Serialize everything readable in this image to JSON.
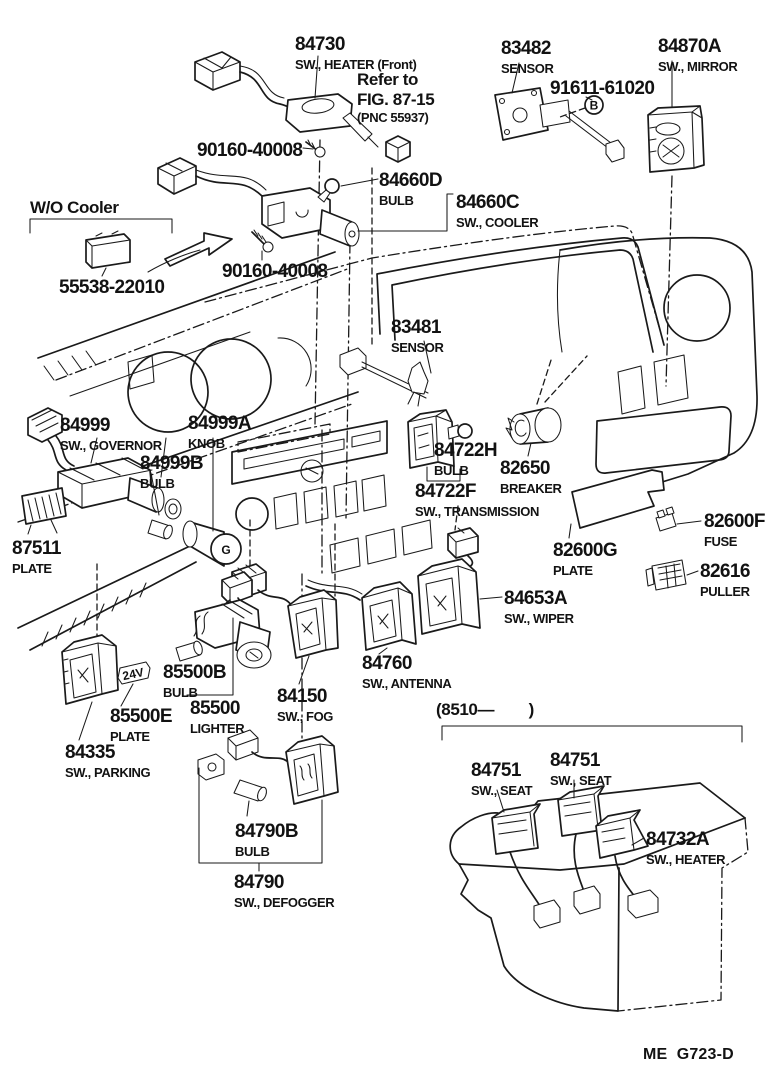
{
  "diagram": {
    "footer_code": "ME  G723-D",
    "annotations": {
      "wo_cooler": "W/O Cooler",
      "console_range": "(8510—        )",
      "refer_note": {
        "line1": "Refer to",
        "line2": "FIG. 87-15",
        "line3": "(PNC 55937)"
      }
    },
    "markings": {
      "knob_letter": "G",
      "screw_marker": "B",
      "plate_24v": "24V"
    },
    "labels": {
      "heater_front": {
        "part": "84730",
        "desc": "SW., HEATER (Front)"
      },
      "sensor_83482": {
        "part": "83482",
        "desc": "SENSOR"
      },
      "screw_91611": {
        "part": "91611-61020",
        "desc": ""
      },
      "mirror": {
        "part": "84870A",
        "desc": "SW., MIRROR"
      },
      "screw_90160_top": {
        "part": "90160-40008",
        "desc": ""
      },
      "bulb_84660d": {
        "part": "84660D",
        "desc": "BULB"
      },
      "cooler": {
        "part": "84660C",
        "desc": "SW., COOLER"
      },
      "part_55538": {
        "part": "55538-22010",
        "desc": ""
      },
      "screw_90160_bot": {
        "part": "90160-40008",
        "desc": ""
      },
      "sensor_83481": {
        "part": "83481",
        "desc": "SENSOR"
      },
      "governor": {
        "part": "84999",
        "desc": "SW., GOVERNOR"
      },
      "knob": {
        "part": "84999A",
        "desc": "KNOB"
      },
      "bulb_84999b": {
        "part": "84999B",
        "desc": "BULB"
      },
      "plate_87511": {
        "part": "87511",
        "desc": "PLATE"
      },
      "bulb_84722h": {
        "part": "84722H",
        "desc": "BULB"
      },
      "breaker": {
        "part": "82650",
        "desc": "BREAKER"
      },
      "transmission": {
        "part": "84722F",
        "desc": "SW., TRANSMISSION"
      },
      "plate_82600g": {
        "part": "82600G",
        "desc": "PLATE"
      },
      "fuse": {
        "part": "82600F",
        "desc": "FUSE"
      },
      "puller": {
        "part": "82616",
        "desc": "PULLER"
      },
      "wiper": {
        "part": "84653A",
        "desc": "SW., WIPER"
      },
      "bulb_85500b": {
        "part": "85500B",
        "desc": "BULB"
      },
      "plate_85500e": {
        "part": "85500E",
        "desc": "PLATE"
      },
      "lighter": {
        "part": "85500",
        "desc": "LIGHTER"
      },
      "fog": {
        "part": "84150",
        "desc": "SW., FOG"
      },
      "antenna": {
        "part": "84760",
        "desc": "SW., ANTENNA"
      },
      "parking": {
        "part": "84335",
        "desc": "SW., PARKING"
      },
      "bulb_84790b": {
        "part": "84790B",
        "desc": "BULB"
      },
      "defogger": {
        "part": "84790",
        "desc": "SW., DEFOGGER"
      },
      "seat_left": {
        "part": "84751",
        "desc": "SW., SEAT"
      },
      "seat_right": {
        "part": "84751",
        "desc": "SW., SEAT"
      },
      "heater_rear": {
        "part": "84732A",
        "desc": "SW., HEATER"
      }
    }
  }
}
